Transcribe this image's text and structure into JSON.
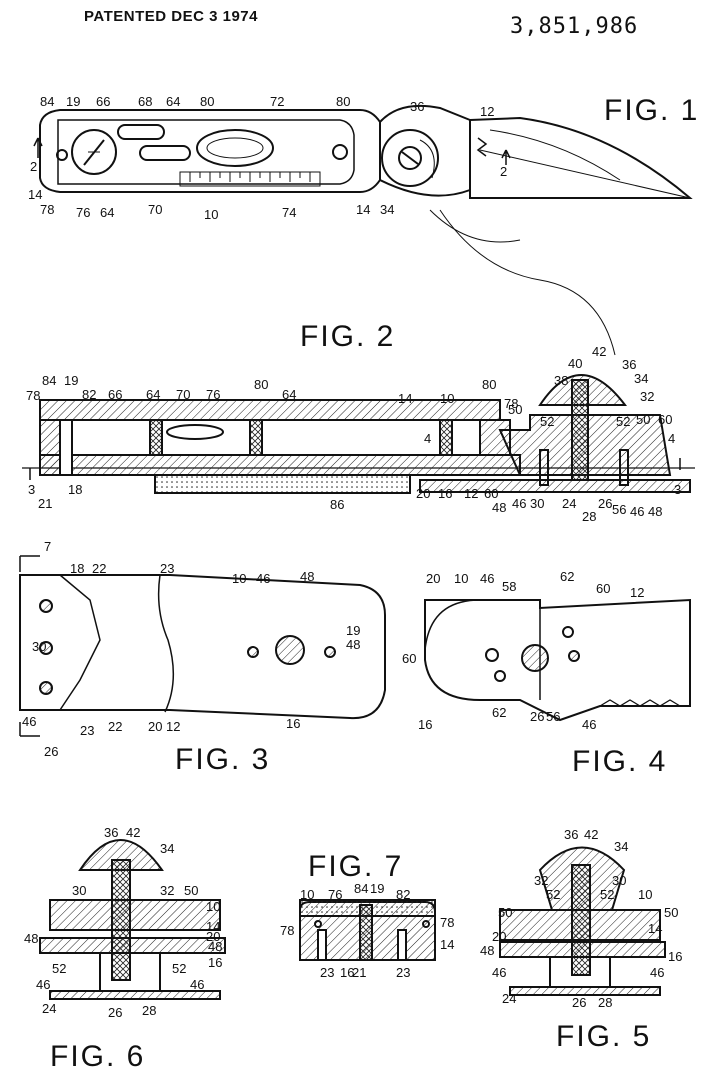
{
  "header": {
    "patented": "PATENTED DEC  3 1974",
    "patent_number": "3,851,986"
  },
  "figures": {
    "fig1": "FIG. 1",
    "fig2": "FIG. 2",
    "fig3": "FIG. 3",
    "fig4": "FIG. 4",
    "fig5": "FIG. 5",
    "fig6": "FIG. 6",
    "fig7": "FIG. 7"
  },
  "refs": {
    "fig1": [
      "84",
      "19",
      "66",
      "68",
      "64",
      "80",
      "72",
      "80",
      "36",
      "12",
      "2",
      "14",
      "78",
      "76",
      "64",
      "70",
      "10",
      "74",
      "14",
      "34",
      "2"
    ],
    "fig2": [
      "78",
      "84",
      "19",
      "82",
      "66",
      "64",
      "70",
      "76",
      "80",
      "64",
      "14",
      "10",
      "80",
      "78",
      "42",
      "40",
      "36",
      "38",
      "34",
      "32",
      "50",
      "52",
      "52",
      "50",
      "60",
      "4",
      "4",
      "3",
      "21",
      "18",
      "86",
      "20",
      "16",
      "12",
      "60",
      "48",
      "46",
      "30",
      "24",
      "28",
      "26",
      "56",
      "46",
      "48",
      "3"
    ],
    "fig3": [
      "7",
      "18",
      "22",
      "23",
      "10",
      "46",
      "48",
      "30",
      "19",
      "48",
      "46",
      "23",
      "22",
      "20",
      "12",
      "16",
      "26",
      "7"
    ],
    "fig4": [
      "20",
      "10",
      "46",
      "58",
      "62",
      "60",
      "12",
      "60",
      "16",
      "62",
      "26",
      "56",
      "46"
    ],
    "fig5": [
      "36",
      "42",
      "34",
      "32",
      "30",
      "52",
      "52",
      "10",
      "50",
      "50",
      "14",
      "20",
      "48",
      "16",
      "46",
      "46",
      "24",
      "26",
      "28"
    ],
    "fig6": [
      "36",
      "42",
      "34",
      "30",
      "32",
      "50",
      "10",
      "14",
      "20",
      "48",
      "48",
      "16",
      "52",
      "52",
      "46",
      "46",
      "24",
      "26",
      "28"
    ],
    "fig7": [
      "10",
      "76",
      "84",
      "19",
      "82",
      "78",
      "78",
      "14",
      "23",
      "16",
      "21",
      "23"
    ]
  }
}
